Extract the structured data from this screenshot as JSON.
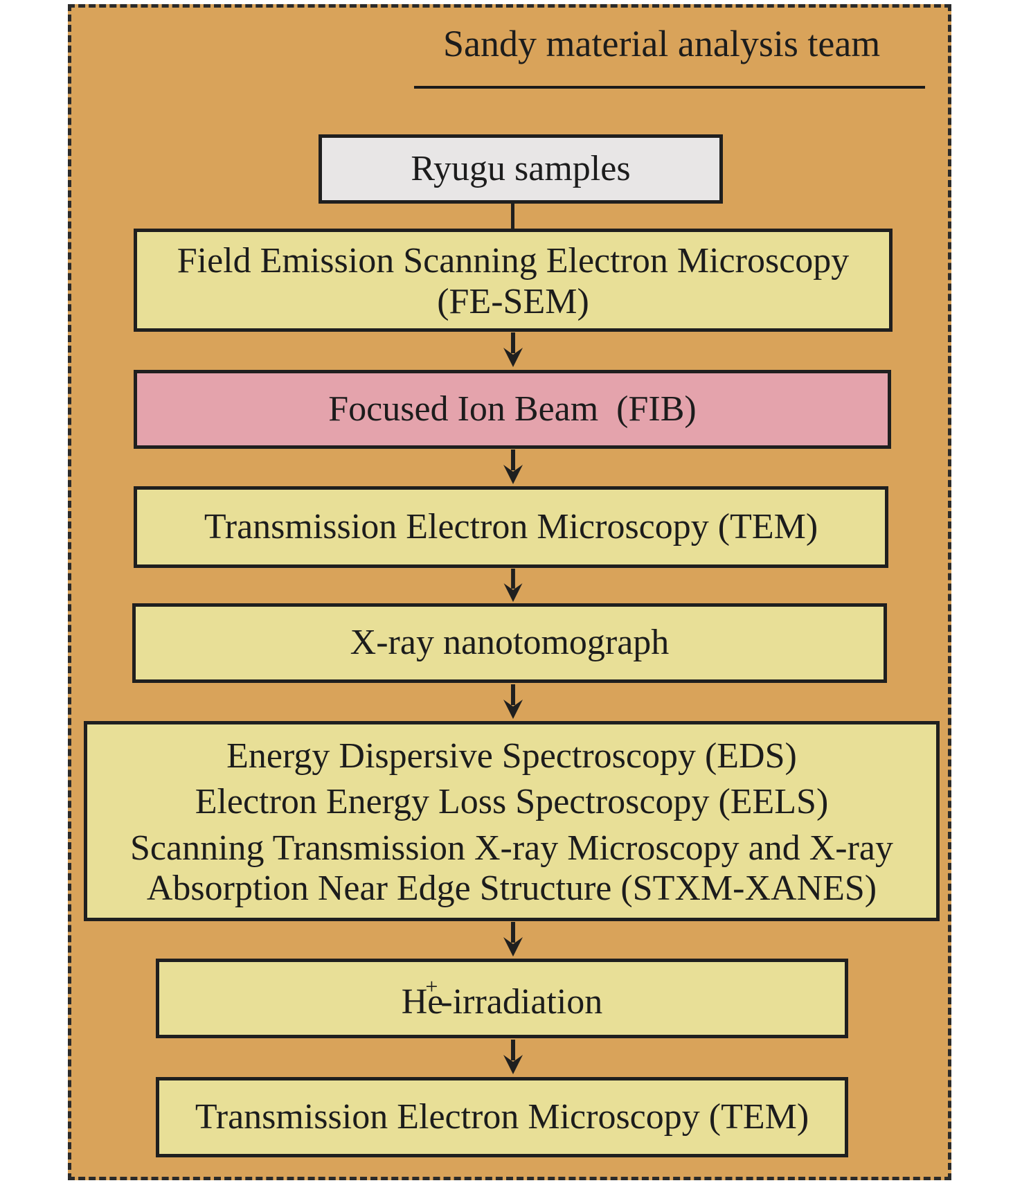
{
  "diagram": {
    "title": "Sandy material analysis team",
    "colors": {
      "panel": "#D9A35A",
      "box_yellow": "#E8DF97",
      "box_pink": "#E4A3AC",
      "box_gray": "#E8E6E6",
      "stroke": "#1F1F1F"
    },
    "steps": [
      {
        "lines": [
          "Ryugu samples"
        ],
        "fill": "#E8E6E6"
      },
      {
        "lines": [
          "Field Emission Scanning Electron Microscopy",
          "(FE-SEM)"
        ],
        "fill": "#E8DF97"
      },
      {
        "lines": [
          "Focused Ion Beam  (FIB)"
        ],
        "fill": "#E4A3AC"
      },
      {
        "lines": [
          "Transmission Electron Microscopy (TEM)"
        ],
        "fill": "#E8DF97"
      },
      {
        "lines": [
          "X-ray nanotomograph"
        ],
        "fill": "#E8DF97"
      },
      {
        "lines": [
          "Energy Dispersive Spectroscopy (EDS)",
          "Electron Energy Loss Spectroscopy (EELS)",
          "Scanning Transmission X-ray Microscopy and X-ray",
          "Absorption Near Edge Structure (STXM-XANES)"
        ],
        "fill": "#E8DF97"
      },
      {
        "lines": [
          "He",
          "+",
          "-irradiation"
        ],
        "fill": "#E8DF97"
      },
      {
        "lines": [
          "Transmission Electron Microscopy (TEM)"
        ],
        "fill": "#E8DF97"
      }
    ]
  }
}
